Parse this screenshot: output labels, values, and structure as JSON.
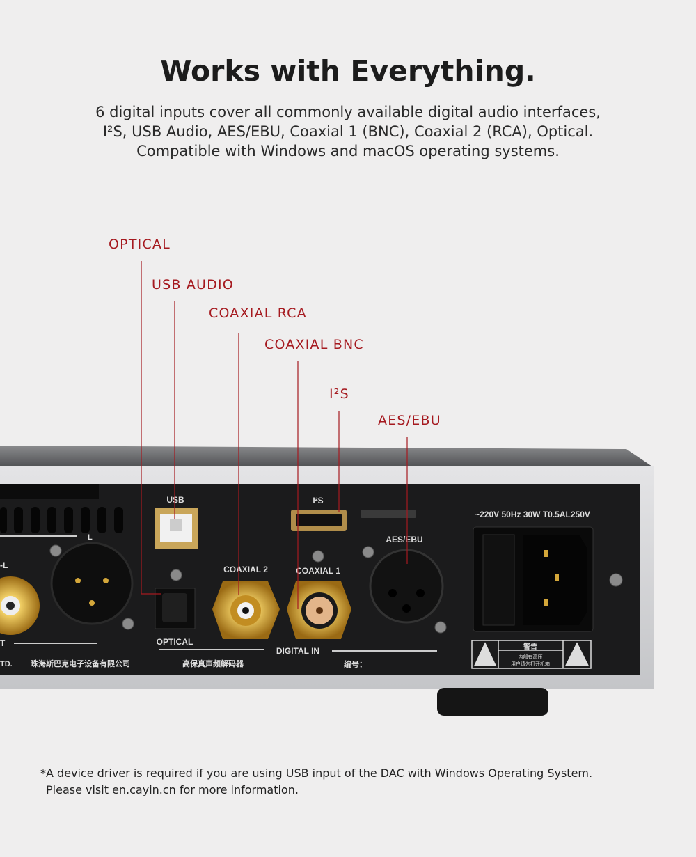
{
  "header": {
    "title": "Works with Everything.",
    "subtitle_lines": [
      "6 digital inputs cover all commonly available digital audio interfaces,",
      "I²S, USB Audio, AES/EBU, Coaxial 1 (BNC), Coaxial 2 (RCA), Optical.",
      "Compatible with Windows and macOS operating systems."
    ]
  },
  "callouts": {
    "optical": "OPTICAL",
    "usb": "USB AUDIO",
    "coax_rca": "COAXIAL RCA",
    "coax_bnc": "COAXIAL BNC",
    "i2s": "I²S",
    "aes": "AES/EBU",
    "color": "#a5191f"
  },
  "device_labels": {
    "usb": "USB",
    "i2s": "I²S",
    "power": "~220V 50Hz 30W  T0.5AL250V",
    "aes": "AES/EBU",
    "coax2": "COAXIAL 2",
    "coax1": "COAXIAL 1",
    "optical": "OPTICAL",
    "digital_in": "DIGITAL IN",
    "left": "L",
    "minus_l": "-L",
    "t": "T",
    "ltd": "TD.",
    "company_cn": "珠海斯巴克电子设备有限公司",
    "product_cn": "高保真声频解码器",
    "serial_cn": "编号：",
    "warning_cn": "警告",
    "warning_line1": "内部有高压",
    "warning_line2": "用户请勿打开机箱"
  },
  "footer": {
    "line1": "*A device driver is required if you are using USB input of the DAC with Windows Operating System.",
    "line2": "Please visit en.cayin.cn for more information."
  }
}
